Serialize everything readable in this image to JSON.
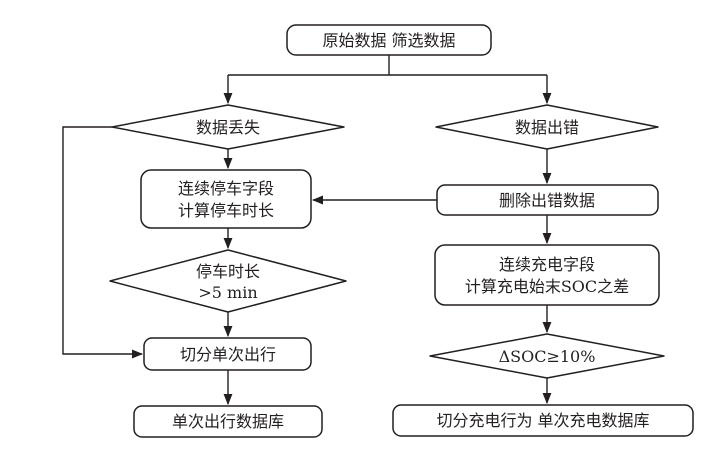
{
  "colors": {
    "stroke": "#231f20",
    "background": "#ffffff"
  },
  "flowchart": {
    "start": {
      "label": "原始数据 筛选数据"
    },
    "left_branch": {
      "data_loss": {
        "label": "数据丢失"
      },
      "parking_field": {
        "line1": "连续停车字段",
        "line2": "计算停车时长"
      },
      "parking_duration": {
        "line1": "停车时长",
        "line2": ">5 min"
      },
      "split_trip": {
        "label": "切分单次出行"
      },
      "trip_database": {
        "label": "单次出行数据库"
      }
    },
    "right_branch": {
      "data_error": {
        "label": "数据出错"
      },
      "delete_error": {
        "label": "删除出错数据"
      },
      "charging_field": {
        "line1": "连续充电字段",
        "line2": "计算充电始末SOC之差"
      },
      "soc_condition": {
        "label": "ΔSOC≥10%"
      },
      "charge_database": {
        "label": "切分充电行为 单次充电数据库"
      }
    }
  }
}
